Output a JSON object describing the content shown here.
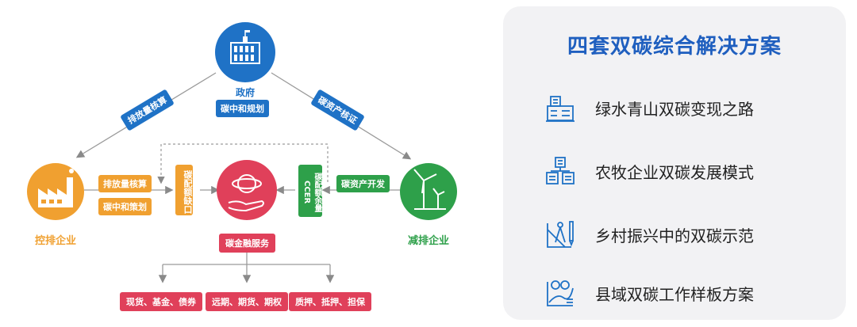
{
  "diagram": {
    "gov": {
      "label": "政府",
      "tag": "碳中和规划"
    },
    "control": {
      "label": "控排企业"
    },
    "reduce": {
      "label": "减排企业"
    },
    "finance": {
      "tag": "碳金融服务"
    },
    "arrow_left_label": "排放量核算",
    "arrow_right_label": "碳资产核证",
    "left_tags": [
      "排放量核算",
      "碳中和策划"
    ],
    "right_tag": "碳资产开发",
    "gap_box": "碳配额缺口",
    "surplus_box": "碳配额余量CCER",
    "bottom_tags": [
      "现货、基金、债券",
      "远期、期货、期权",
      "质押、抵押、担保"
    ],
    "colors": {
      "blue": "#1f72c6",
      "orange": "#f0a030",
      "green": "#2ea04a",
      "red": "#e0405a"
    }
  },
  "panel": {
    "title": "四套双碳综合解决方案",
    "items": [
      {
        "icon": "factory-building-icon",
        "label": "绿水青山双碳变现之路"
      },
      {
        "icon": "farm-buildings-icon",
        "label": "农牧企业双碳发展模式"
      },
      {
        "icon": "drafting-tools-icon",
        "label": "乡村振兴中的双碳示范"
      },
      {
        "icon": "money-chart-icon",
        "label": "县域双碳工作样板方案"
      }
    ]
  }
}
